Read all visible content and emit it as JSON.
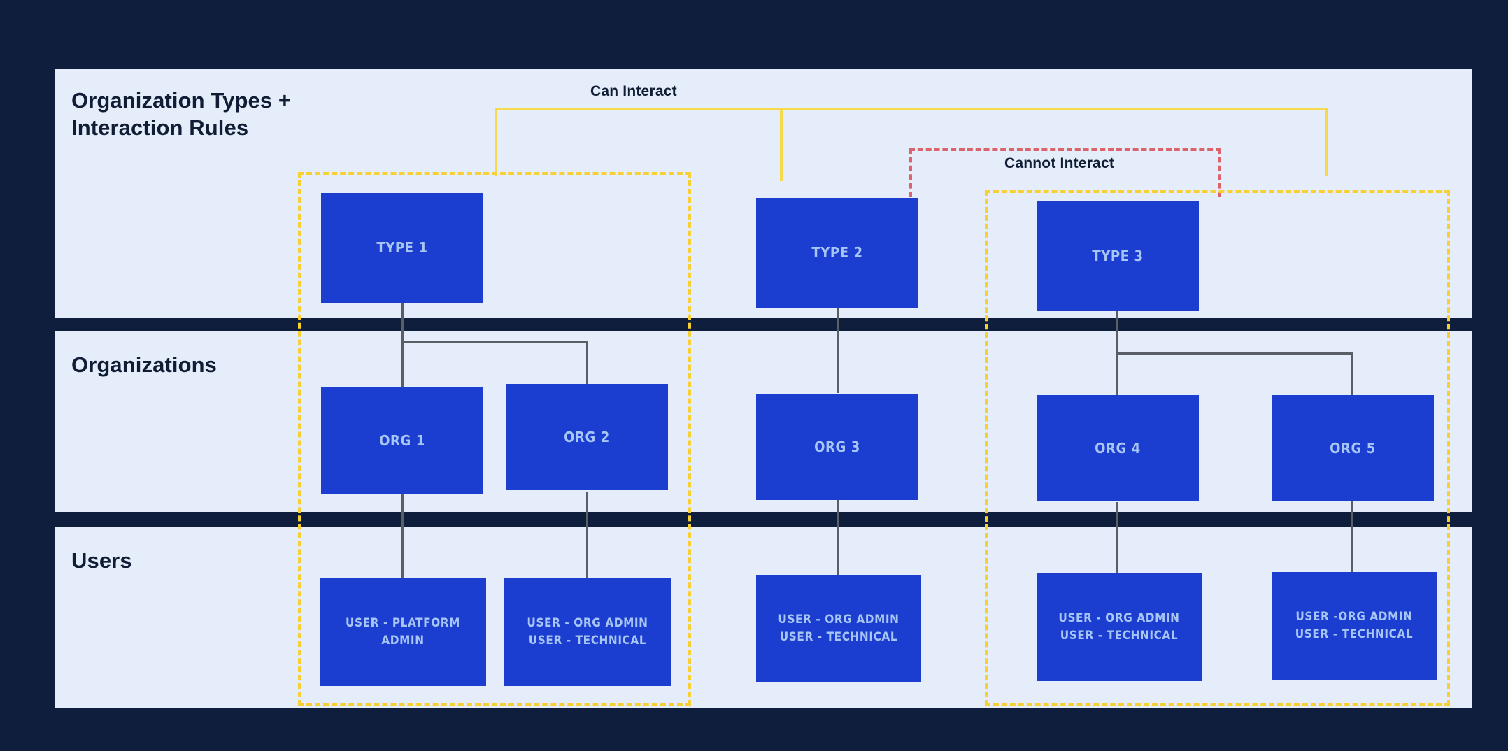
{
  "diagram": {
    "title": "Organization Types + Interaction Rules",
    "background_color": "#0f1e3d",
    "band_color": "#e5edfb",
    "node_color": "#1b3ed0",
    "node_text_color": "#a8c6f5",
    "can_interact_color": "#f7d94c",
    "cannot_interact_color": "#d9646b",
    "connector_color": "#5a5f66"
  },
  "rows": {
    "types": {
      "label": "Organization Types +\nInteraction Rules"
    },
    "organizations": {
      "label": "Organizations"
    },
    "users": {
      "label": "Users"
    }
  },
  "callouts": {
    "can_interact": "Can Interact",
    "cannot_interact": "Cannot Interact"
  },
  "types": [
    {
      "id": "type1",
      "label": "TYPE 1"
    },
    {
      "id": "type2",
      "label": "TYPE 2"
    },
    {
      "id": "type3",
      "label": "TYPE 3"
    }
  ],
  "organizations": [
    {
      "id": "org1",
      "label": "ORG 1",
      "type": "TYPE 1"
    },
    {
      "id": "org2",
      "label": "ORG 2",
      "type": "TYPE 1"
    },
    {
      "id": "org3",
      "label": "ORG 3",
      "type": "TYPE 2"
    },
    {
      "id": "org4",
      "label": "ORG 4",
      "type": "TYPE 3"
    },
    {
      "id": "org5",
      "label": "ORG 5",
      "type": "TYPE 3"
    }
  ],
  "users": [
    {
      "id": "users1",
      "org": "ORG 1",
      "label": "USER - PLATFORM\nADMIN"
    },
    {
      "id": "users2",
      "org": "ORG 2",
      "label": "USER - ORG ADMIN\nUSER - TECHNICAL"
    },
    {
      "id": "users3",
      "org": "ORG 3",
      "label": "USER - ORG ADMIN\nUSER - TECHNICAL"
    },
    {
      "id": "users4",
      "org": "ORG 4",
      "label": "USER - ORG ADMIN\nUSER - TECHNICAL"
    },
    {
      "id": "users5",
      "org": "ORG 5",
      "label": "USER -ORG  ADMIN\nUSER - TECHNICAL"
    }
  ],
  "groups": [
    {
      "id": "group-left",
      "style": "yellow-dashed",
      "contains": [
        "TYPE 1",
        "ORG 1",
        "ORG 2"
      ]
    },
    {
      "id": "group-right",
      "style": "yellow-dashed",
      "contains": [
        "TYPE 3",
        "ORG 4",
        "ORG 5"
      ]
    }
  ],
  "relations": [
    {
      "kind": "can-interact",
      "from": "TYPE 1",
      "to": "TYPE 3",
      "via": "TYPE 2"
    },
    {
      "kind": "cannot-interact",
      "from": "TYPE 2",
      "to": "TYPE 3"
    }
  ]
}
